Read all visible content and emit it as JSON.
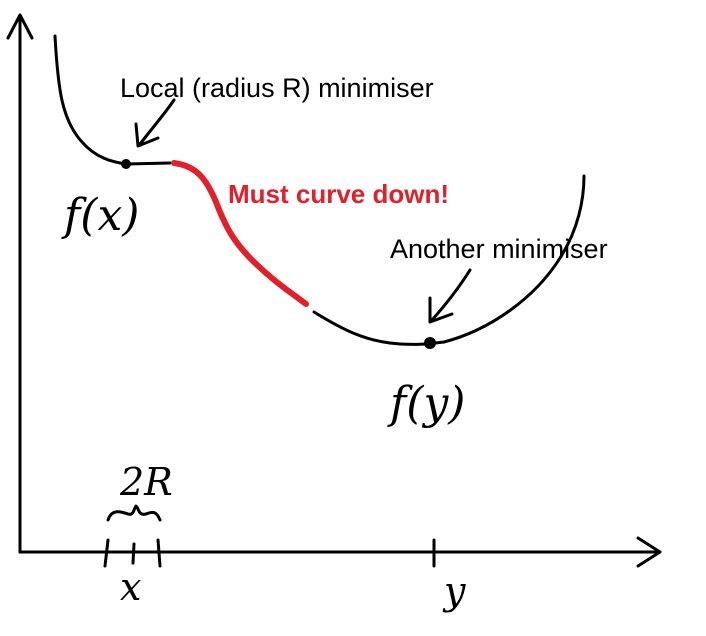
{
  "colors": {
    "ink": "#000000",
    "highlight": "#e0202a",
    "background": "#ffffff"
  },
  "annotations": {
    "local_minimiser": "Local (radius R) minimiser",
    "another_minimiser": "Another minimiser",
    "must_curve_down": "Must curve down!"
  },
  "math_labels": {
    "fx": "f(x)",
    "fy": "f(y)",
    "two_r": "2R",
    "x": "x",
    "y": "y"
  },
  "icons": {
    "x_arrow": "arrow-right-icon",
    "y_arrow": "arrow-up-icon",
    "brace": "curly-brace-icon",
    "pointer": "hand-drawn-arrow-icon"
  }
}
